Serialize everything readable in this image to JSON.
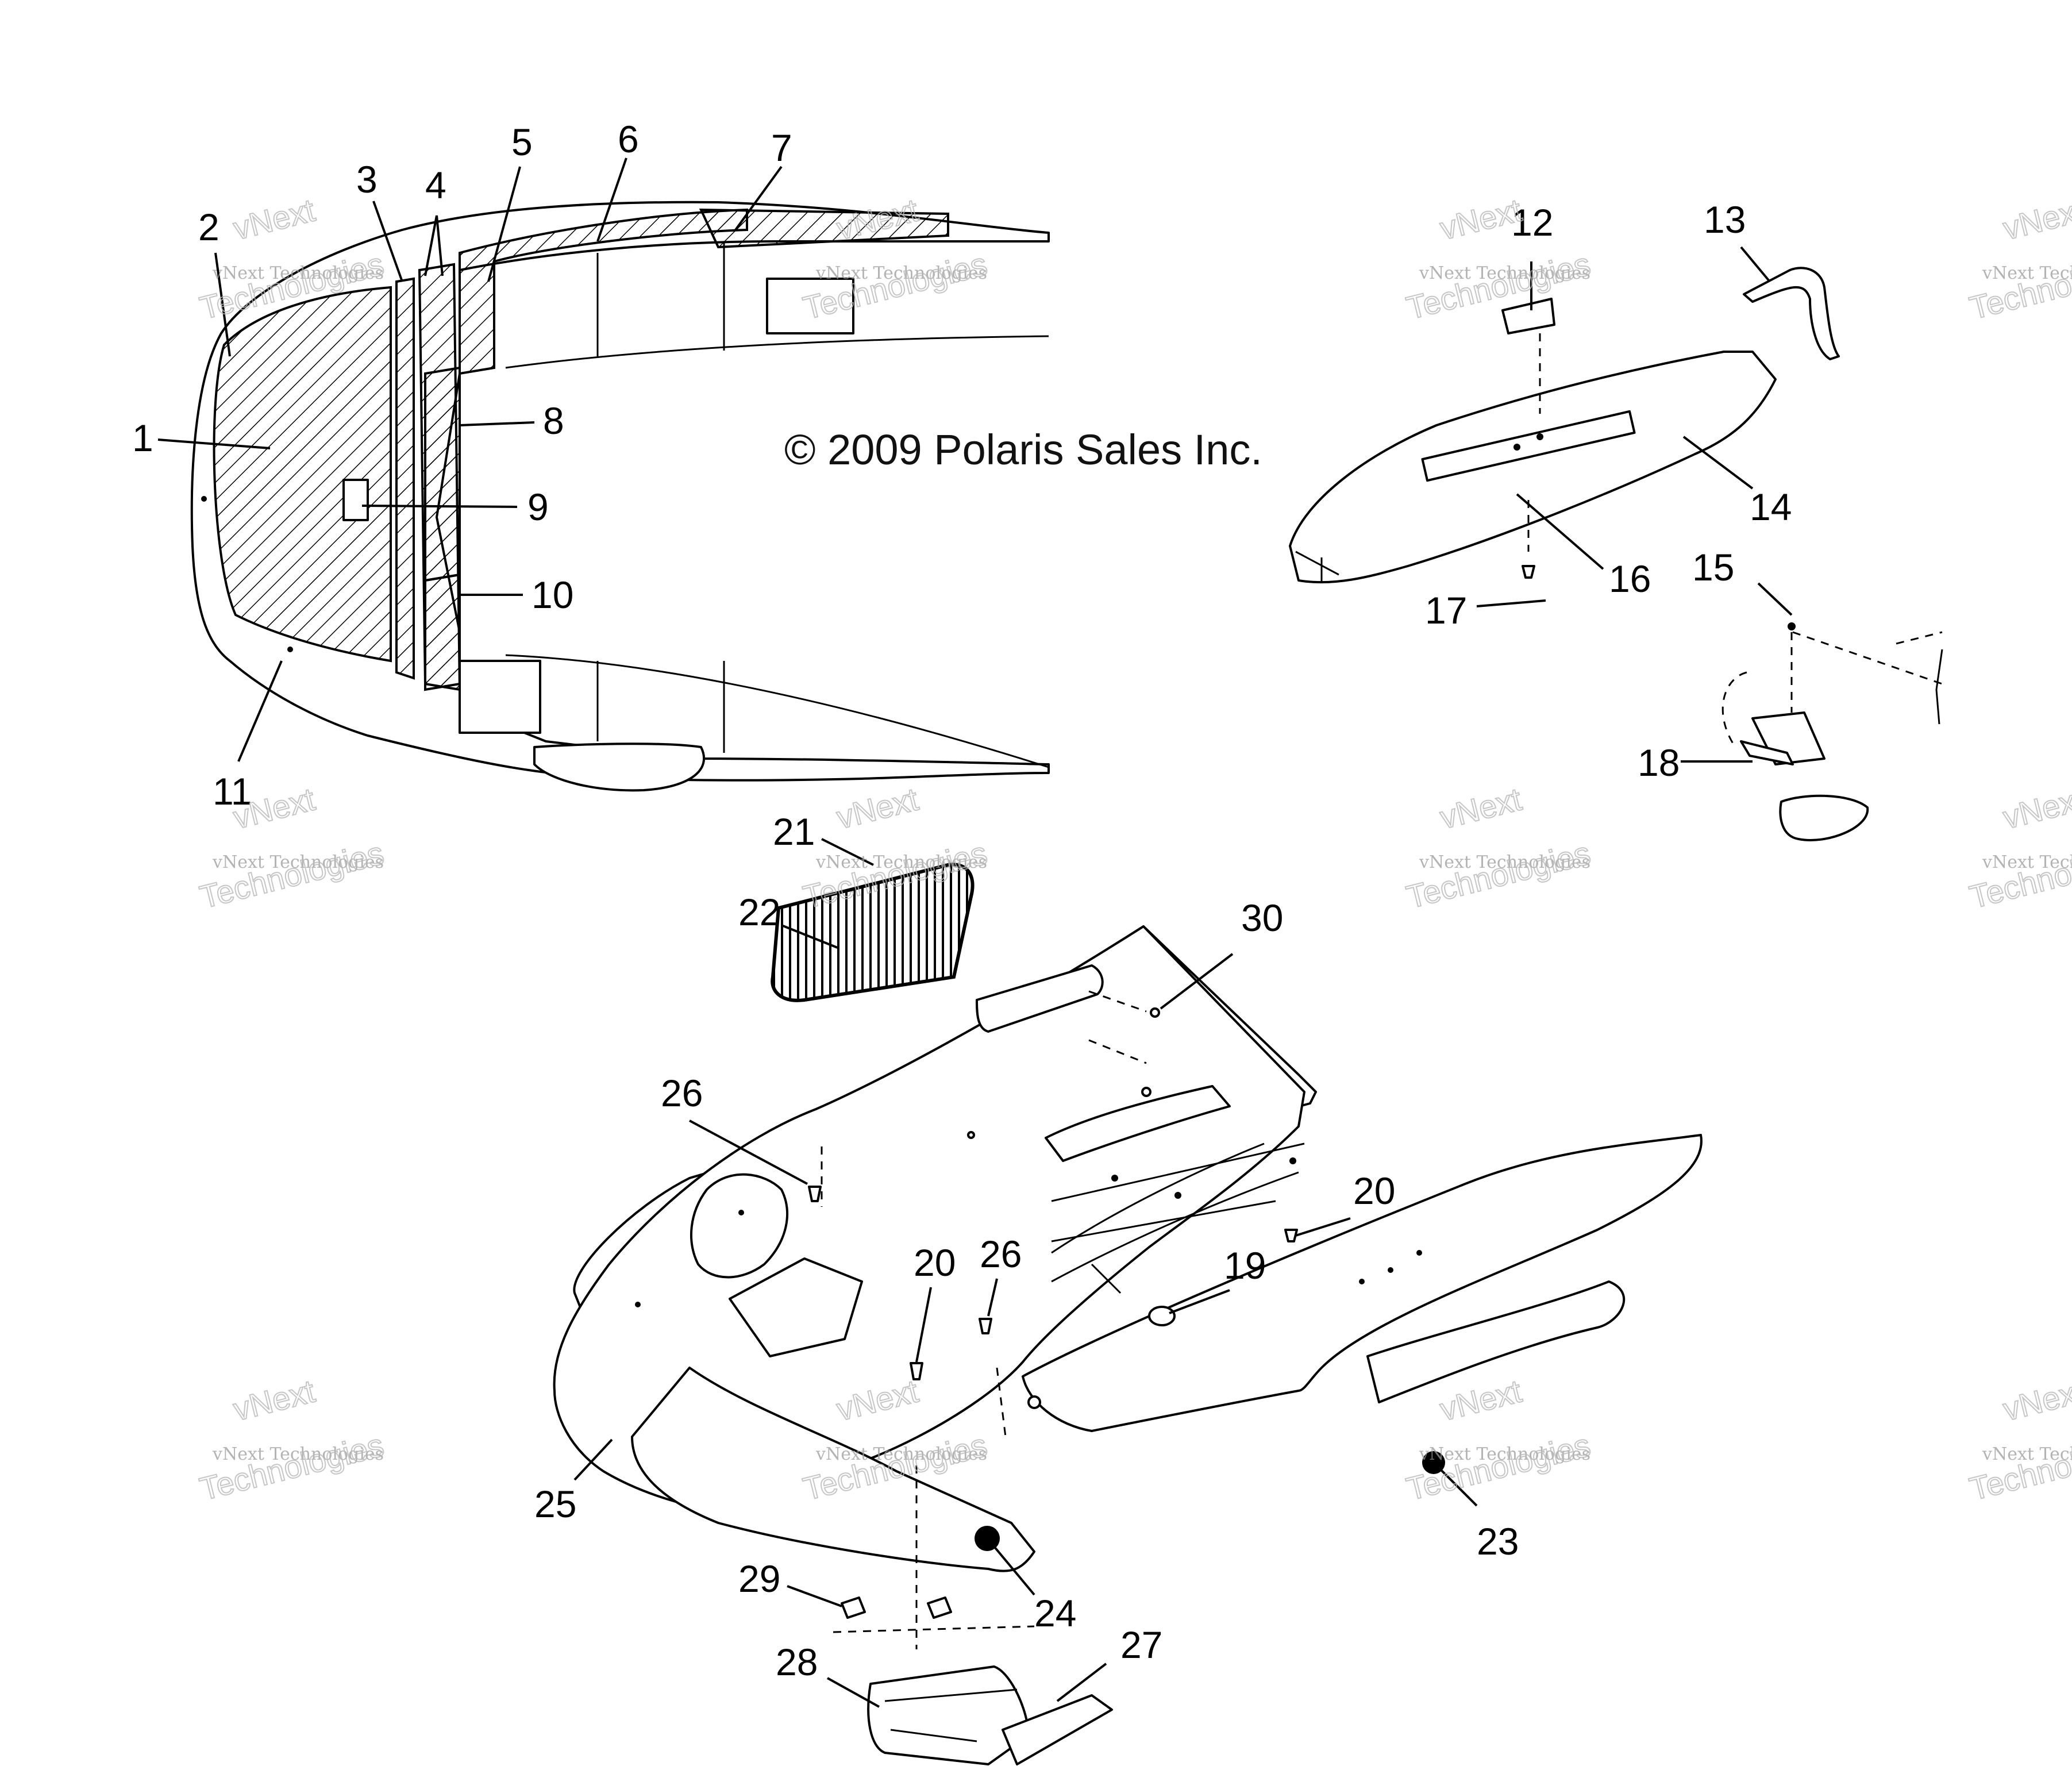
{
  "copyright": "© 2009 Polaris Sales Inc.",
  "watermark": {
    "line_small": "vNext Technologies",
    "line_big": "Technologies",
    "line_top": "vNext"
  },
  "callouts": [
    "1",
    "2",
    "3",
    "4",
    "5",
    "6",
    "7",
    "8",
    "9",
    "10",
    "11",
    "12",
    "13",
    "14",
    "15",
    "16",
    "17",
    "18",
    "19",
    "20",
    "20",
    "21",
    "22",
    "23",
    "24",
    "25",
    "26",
    "26",
    "27",
    "28",
    "29",
    "30"
  ],
  "colors": {
    "ink": "#000000",
    "watermark": "#9a9a9a",
    "hatch": "#000000"
  }
}
